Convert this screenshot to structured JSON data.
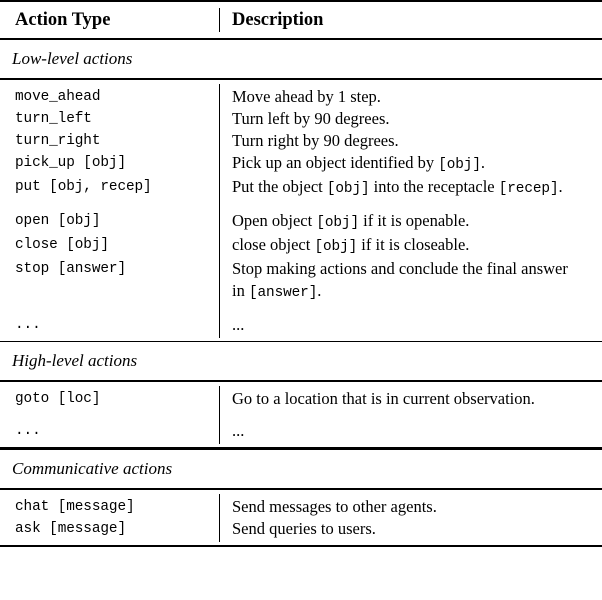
{
  "table": {
    "header": {
      "col1": "Action Type",
      "col2": "Description"
    },
    "sections": [
      {
        "title": "Low-level actions",
        "groups": [
          {
            "rows": [
              {
                "command": "move_ahead",
                "description": "Move ahead by 1 step."
              },
              {
                "command": "turn_left",
                "description": "Turn left by 90 degrees."
              },
              {
                "command": "turn_right",
                "description": "Turn right by 90 degrees."
              },
              {
                "command_pre": "pick_up ",
                "command_code": "[obj]",
                "desc_pre": "Pick up an object identified by ",
                "desc_code": "[obj]",
                "desc_post": "."
              },
              {
                "command_pre": "put ",
                "command_code": "[obj, recep]",
                "desc_pre": "Put the object ",
                "desc_code": "[obj]",
                "desc_mid": " into the receptacle ",
                "desc_code2": "[recep]",
                "desc_post": "."
              }
            ]
          },
          {
            "rows": [
              {
                "command_pre": "open ",
                "command_code": "[obj]",
                "desc_pre": "Open object ",
                "desc_code": "[obj]",
                "desc_post": " if it is openable."
              },
              {
                "command_pre": "close ",
                "command_code": "[obj]",
                "desc_pre": "close object ",
                "desc_code": "[obj]",
                "desc_post": " if it is closeable."
              },
              {
                "command_pre": "stop ",
                "command_code": "[answer]",
                "desc_pre": "Stop making actions and conclude the final answer in ",
                "desc_code": "[answer]",
                "desc_post": "."
              }
            ]
          },
          {
            "rows": [
              {
                "command": "...",
                "description": "..."
              }
            ]
          }
        ]
      },
      {
        "title": "High-level actions",
        "groups": [
          {
            "rows": [
              {
                "command_pre": "goto ",
                "command_code": "[loc]",
                "description": "Go to a location that is in current observation."
              }
            ]
          },
          {
            "rows": [
              {
                "command": "...",
                "description": "..."
              }
            ]
          }
        ]
      },
      {
        "title": "Communicative actions",
        "groups": [
          {
            "rows": [
              {
                "command_pre": "chat ",
                "command_code": "[message]",
                "description": "Send messages to other agents."
              },
              {
                "command_pre": "ask ",
                "command_code": "[message]",
                "description": "Send queries to users."
              }
            ]
          }
        ]
      }
    ]
  }
}
